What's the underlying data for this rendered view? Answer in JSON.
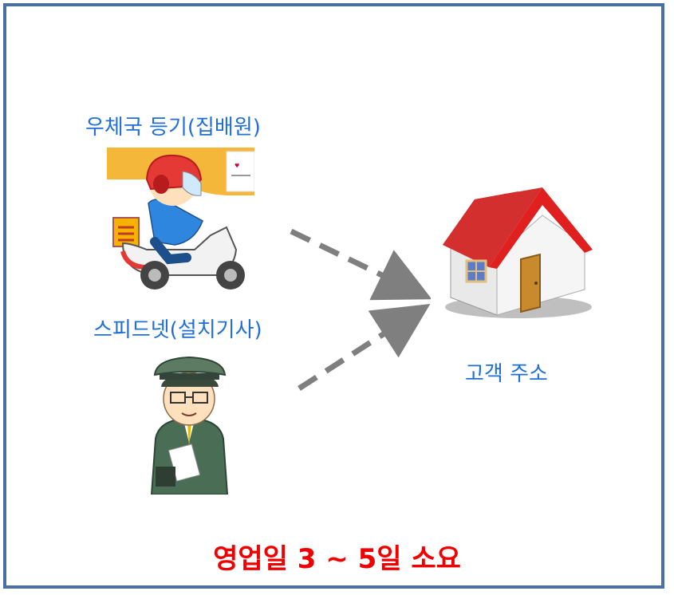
{
  "labels": {
    "postal": "우체국 등기(집배원)",
    "speednet": "스피드넷(설치기사)",
    "customer": "고객 주소",
    "delivery_time": "영업일 3 ~ 5일 소요"
  },
  "colors": {
    "frame": "#4a6fa0",
    "label_blue": "#1f6fd6",
    "label_red": "#f00000",
    "arrow": "#7f7f7f",
    "roof": "#e01f1f"
  },
  "icons": [
    "courier-scooter-illustration",
    "installer-illustration",
    "house-icon",
    "dashed-arrow"
  ]
}
